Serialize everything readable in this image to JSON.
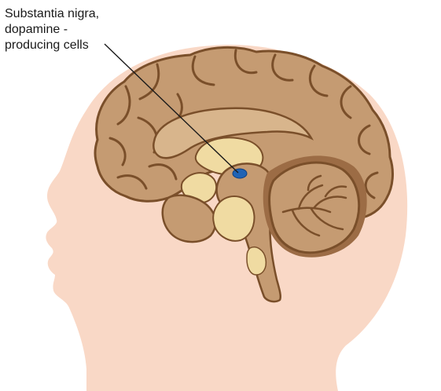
{
  "annotation": {
    "lines": [
      "Substantia nigra,",
      "dopamine -",
      "producing cells"
    ]
  },
  "colors": {
    "skin": "#f9d8c6",
    "brain": "#c59b72",
    "brain_outline": "#7a4f2a",
    "inner_light": "#f0dba2",
    "inner_mid": "#d8b58c",
    "shadow": "#9c6c45",
    "highlight": "#1f63b5"
  }
}
